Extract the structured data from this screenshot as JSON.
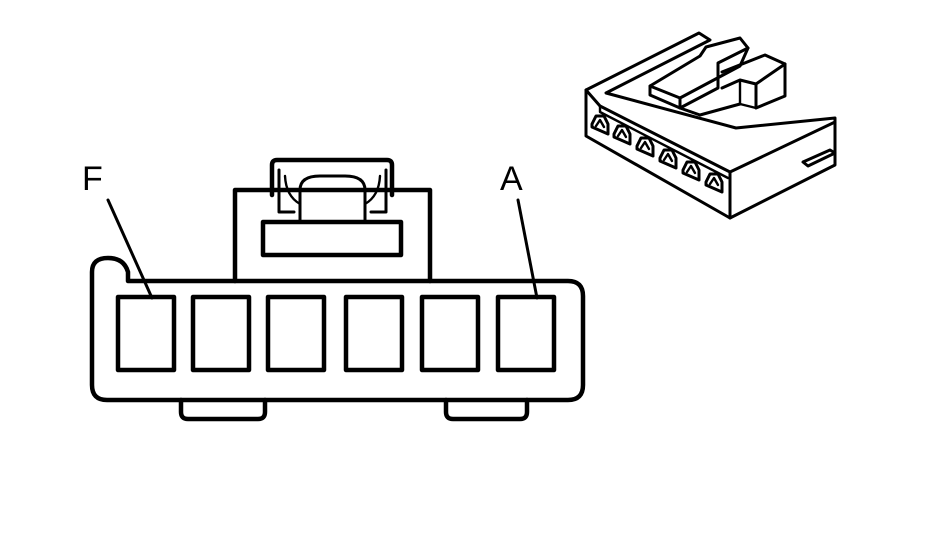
{
  "labels": {
    "left_pin": "F",
    "right_pin": "A"
  },
  "pins": {
    "count": 6
  },
  "colors": {
    "line": "#000000",
    "background": "#ffffff"
  }
}
